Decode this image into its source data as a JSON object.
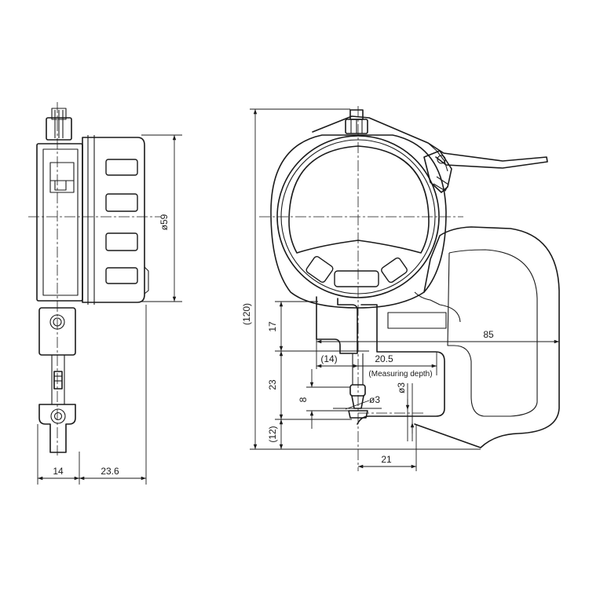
{
  "dimensions": {
    "side_depth": "14",
    "side_dial_offset": "23.6",
    "dial_diameter": "ø59",
    "overall_height": "(120)",
    "upper_height": "17",
    "mid_height": "23",
    "lower_height": "(12)",
    "throat_depth": "85",
    "spindle_offset": "(14)",
    "measuring_depth": "20.5",
    "measuring_depth_note": "(Measuring depth)",
    "contact_height": "8",
    "contact_diameter": "ø3",
    "anvil_diameter": "ø3",
    "anvil_offset": "21"
  },
  "colors": {
    "line": "#1a1a1a",
    "background": "#ffffff"
  }
}
